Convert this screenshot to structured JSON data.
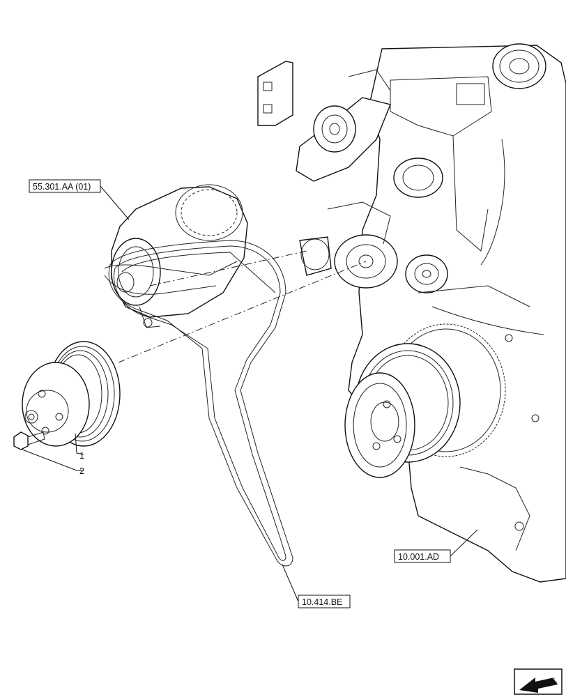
{
  "callouts": {
    "alternator": "55.301.AA (01)",
    "pulley_item": "1",
    "bolt_item": "2",
    "engine": "10.001.AD",
    "belt": "10.414.BE"
  },
  "icons": {
    "nav": "next-page-arrow-icon"
  }
}
